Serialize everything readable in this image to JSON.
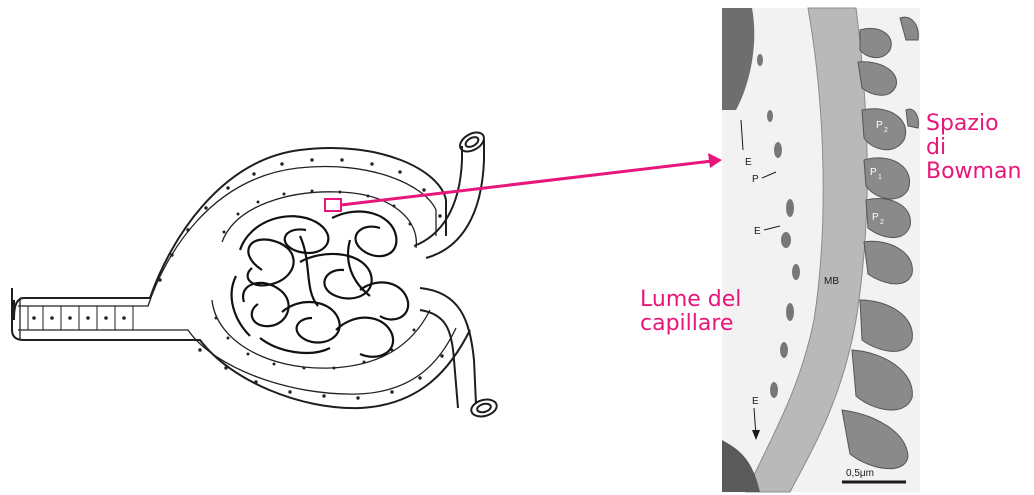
{
  "labels": {
    "bowman": [
      "Spazio",
      "di",
      "Bowman"
    ],
    "capillary": [
      "Lume del",
      "capillare"
    ]
  },
  "micrograph": {
    "E_top": "E",
    "P_left": "P",
    "E_mid": "E",
    "P2_a": "P",
    "P2_a_sub": "2",
    "P1": "P",
    "P1_sub": "1",
    "P2_b": "P",
    "P2_b_sub": "2",
    "MB": "MB",
    "E_bottom": "E",
    "scale_bar": "0,5μm"
  },
  "colors": {
    "accent": "#e8167a",
    "ink": "#1a1a1a",
    "membrane": "#b9b9b9",
    "micrograph_bg": "#f2f2f2",
    "cell_dark": "#6e6e6e"
  }
}
